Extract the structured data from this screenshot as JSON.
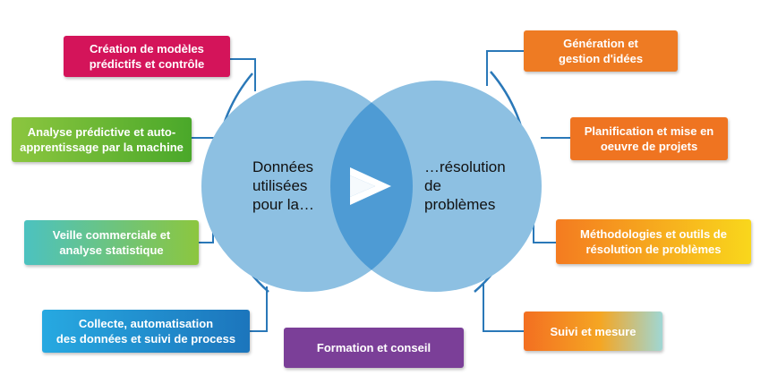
{
  "center": {
    "left_text": "Données\nutilisées\npour la…",
    "right_text": "…résolution\nde\nproblèmes",
    "icon": "chevron-right-icon"
  },
  "left_items": [
    {
      "label": "Création de modèles\nprédictifs et contrôle",
      "color": "#d4145a"
    },
    {
      "label": "Analyse prédictive et auto-\napprentissage par la machine",
      "color": "#66b52a"
    },
    {
      "label": "Veille commerciale et\nanalyse statistique",
      "color": "#4cc2c0"
    },
    {
      "label": "Collecte, automatisation\ndes données et suivi de process",
      "color": "#1c75bc"
    }
  ],
  "right_items": [
    {
      "label": "Génération et\ngestion d'idées",
      "color": "#ee7b23"
    },
    {
      "label": "Planification et mise en\noeuvre de projets",
      "color": "#ef7421"
    },
    {
      "label": "Méthodologies et outils de\nrésolution de problèmes",
      "color": "#f6a21b"
    },
    {
      "label": "Suivi et mesure",
      "color": "#f08a2a"
    }
  ],
  "bottom_item": {
    "label": "Formation et conseil",
    "color": "#7b3f98"
  },
  "colors": {
    "circle": "#8dc0e2",
    "overlap": "#4e9bd4",
    "line": "#2a78b8"
  }
}
